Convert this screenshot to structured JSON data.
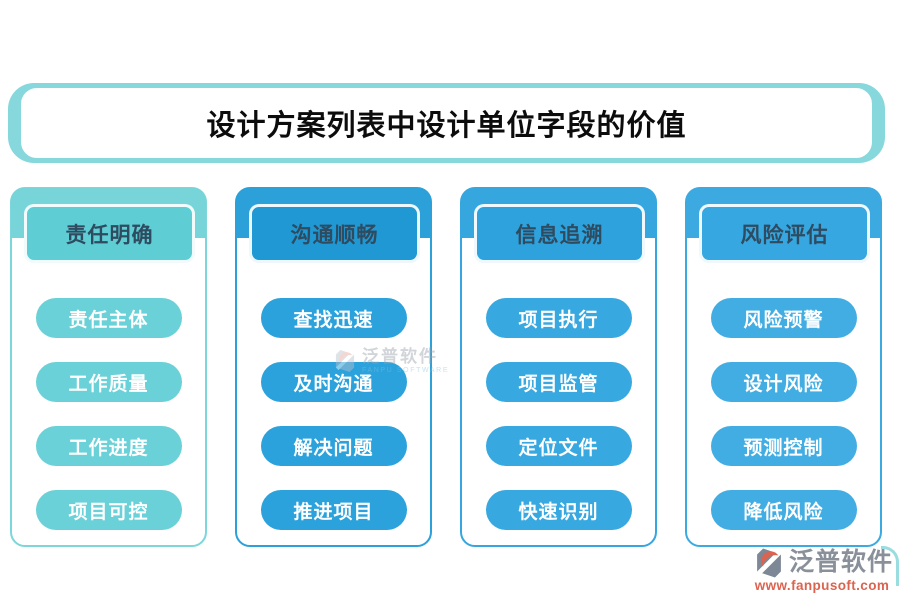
{
  "title": "设计方案列表中设计单位字段的价值",
  "title_frame_color": "#87D8DC",
  "header_text_color": "#2E4B60",
  "columns": [
    {
      "header": "责任明确",
      "items": [
        "责任主体",
        "工作质量",
        "工作进度",
        "项目可控"
      ],
      "colors": {
        "band": "#77D4D9",
        "header": "#5ECDD4",
        "item": "#69D1D7",
        "border": "#7CD6DA"
      }
    },
    {
      "header": "沟通顺畅",
      "items": [
        "查找迅速",
        "及时沟通",
        "解决问题",
        "推进项目"
      ],
      "colors": {
        "band": "#2BA0D9",
        "header": "#1F98D4",
        "item": "#2BA2DC",
        "border": "#2BA0D9"
      }
    },
    {
      "header": "信息追溯",
      "items": [
        "项目执行",
        "项目监管",
        "定位文件",
        "快速识别"
      ],
      "colors": {
        "band": "#36A6DF",
        "header": "#2EA2DC",
        "item": "#38A8E0",
        "border": "#36A6DF"
      }
    },
    {
      "header": "风险评估",
      "items": [
        "风险预警",
        "设计风险",
        "预测控制",
        "降低风险"
      ],
      "colors": {
        "band": "#3CAAE1",
        "header": "#36A7E0",
        "item": "#42ADE3",
        "border": "#3CAAE1"
      }
    }
  ],
  "watermark": {
    "name": "泛普软件",
    "subtitle": "FANPU SOFTWARE"
  },
  "footer": {
    "brand": "泛普软件",
    "website": "www.fanpusoft.com",
    "brand_color": "#8A9099",
    "website_color": "#DB6350"
  }
}
